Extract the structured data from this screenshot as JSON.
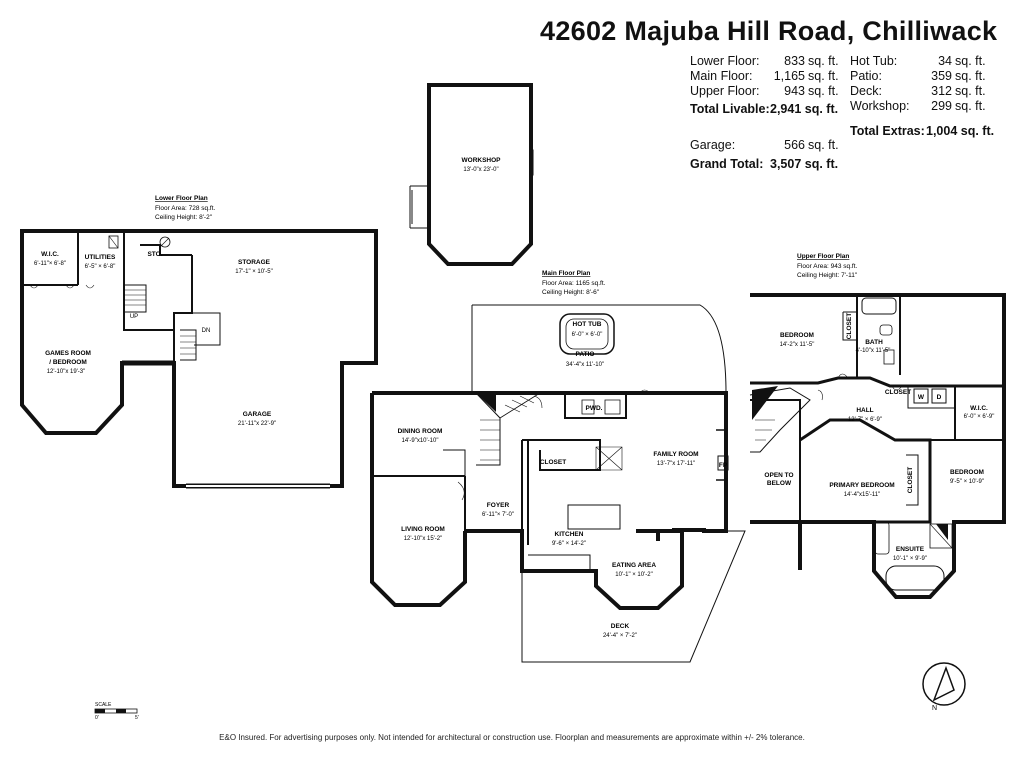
{
  "title": "42602 Majuba Hill Road, Chilliwack",
  "summary": {
    "lower_floor": {
      "label": "Lower Floor:",
      "value": "833",
      "unit": "sq. ft."
    },
    "main_floor": {
      "label": "Main Floor:",
      "value": "1,165",
      "unit": "sq. ft."
    },
    "upper_floor": {
      "label": "Upper Floor:",
      "value": "943",
      "unit": "sq. ft."
    },
    "total_livable": {
      "label": "Total Livable:",
      "value": "2,941 sq. ft."
    },
    "garage": {
      "label": "Garage:",
      "value": "566",
      "unit": "sq. ft."
    },
    "grand_total": {
      "label": "Grand Total:",
      "value": "3,507 sq. ft."
    },
    "hot_tub": {
      "label": "Hot Tub:",
      "value": "34",
      "unit": "sq. ft."
    },
    "patio": {
      "label": "Patio:",
      "value": "359",
      "unit": "sq. ft."
    },
    "deck": {
      "label": "Deck:",
      "value": "312",
      "unit": "sq. ft."
    },
    "workshop": {
      "label": "Workshop:",
      "value": "299",
      "unit": "sq. ft."
    },
    "total_extras": {
      "label": "Total Extras:",
      "value": "1,004 sq. ft."
    }
  },
  "plans": {
    "lower": {
      "heading": "Lower Floor Plan",
      "area": "Floor Area: 728 sq.ft.",
      "ceiling": "Ceiling Height: 8'-2\""
    },
    "main": {
      "heading": "Main Floor Plan",
      "area": "Floor Area: 1165 sq.ft.",
      "ceiling": "Ceiling Height: 8'-6\""
    },
    "upper": {
      "heading": "Upper Floor Plan",
      "area": "Floor Area: 943 sq.ft.",
      "ceiling": "Ceiling Height: 7'-11\""
    }
  },
  "rooms": {
    "workshop": {
      "name": "WORKSHOP",
      "dim": "13'-0\"x 23'-0\""
    },
    "wic_lower": {
      "name": "W.I.C.",
      "dim": "6'-11\"× 6'-8\""
    },
    "utilities": {
      "name": "UTILITIES",
      "dim": "6'-5\" × 6'-8\""
    },
    "sto": {
      "name": "STO."
    },
    "storage": {
      "name": "STORAGE",
      "dim": "17'-1\" × 10'-5\""
    },
    "games": {
      "name": "GAMES ROOM",
      "name2": "/ BEDROOM",
      "dim": "12'-10\"x 19'-3\""
    },
    "garage": {
      "name": "GARAGE",
      "dim": "21'-11\"x 22'-9\""
    },
    "hot_tub": {
      "name": "HOT TUB",
      "dim": "6'-0\" × 6'-0\""
    },
    "patio": {
      "name": "PATIO",
      "dim": "34'-4\"x 11'-10\""
    },
    "dining": {
      "name": "DINING ROOM",
      "dim": "14'-9\"x10'-10\""
    },
    "pwd": {
      "name": "PWD."
    },
    "closet_main": {
      "name": "CLOSET"
    },
    "family": {
      "name": "FAMILY ROOM",
      "dim": "13'-7\"x 17'-11\""
    },
    "fp": {
      "name": "FP"
    },
    "foyer": {
      "name": "FOYER",
      "dim": "6'-11\"× 7'-0\""
    },
    "living": {
      "name": "LIVING ROOM",
      "dim": "12'-10\"x 15'-2\""
    },
    "kitchen": {
      "name": "KITCHEN",
      "dim": "9'-6\" × 14'-2\""
    },
    "eating": {
      "name": "EATING AREA",
      "dim": "10'-1\" × 10'-2\""
    },
    "deck": {
      "name": "DECK",
      "dim": "24'-4\" × 7'-2\""
    },
    "bedroom1": {
      "name": "BEDROOM",
      "dim": "14'-2\"x 11'-5\""
    },
    "closet_up1": {
      "name": "CLOSET"
    },
    "bath": {
      "name": "BATH",
      "dim": "4'-10\"x 11'-5\""
    },
    "closet_up2": {
      "name": "CLOSET"
    },
    "hall": {
      "name": "HALL",
      "dim": "12'-7\" × 6'-9\""
    },
    "wic_upper": {
      "name": "W.I.C.",
      "dim": "6'-0\" × 6'-9\""
    },
    "open_below": {
      "name": "OPEN TO",
      "name2": "BELOW"
    },
    "primary": {
      "name": "PRIMARY BEDROOM",
      "dim": "14'-4\"x15'-11\""
    },
    "closet_up3": {
      "name": "CLOSET"
    },
    "bedroom2": {
      "name": "BEDROOM",
      "dim": "9'-5\" × 10'-9\""
    },
    "ensuite": {
      "name": "ENSUITE",
      "dim": "10'-1\" × 9'-9\""
    }
  },
  "appliances": {
    "washer": "W",
    "dryer": "D",
    "dn": "DN",
    "up": "UP"
  },
  "scale": {
    "label": "SCALE",
    "start": "0'",
    "end": "5'"
  },
  "compass": {
    "letter": "N"
  },
  "footer": "E&O Insured. For advertising purposes only. Not intended for architectural or construction use. Floorplan and measurements are approximate within +/- 2% tolerance.",
  "colors": {
    "wall": "#111111",
    "stair": "#111111",
    "background": "#ffffff"
  }
}
